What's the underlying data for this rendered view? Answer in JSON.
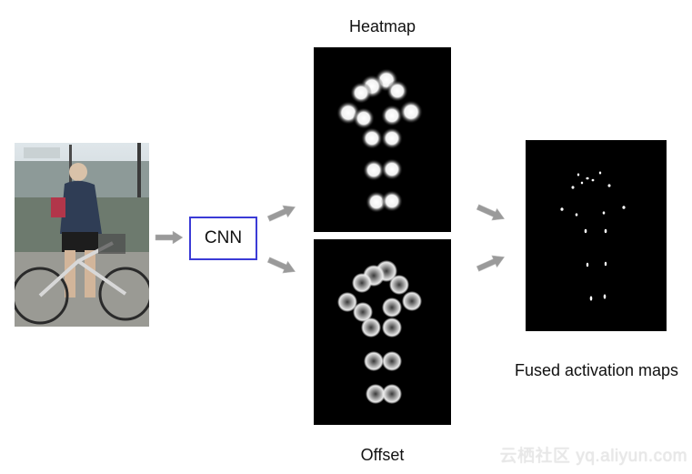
{
  "labels": {
    "cnn": "CNN",
    "heatmap": "Heatmap",
    "offset": "Offset",
    "fused": "Fused activation maps"
  },
  "watermark": "云栖社区 yq.aliyun.com",
  "colors": {
    "cnn_border": "#3b3bd6",
    "arrow": "#9a9a9a",
    "panel_bg": "#000000"
  },
  "icons": {
    "arrow": "right-arrow-icon"
  }
}
